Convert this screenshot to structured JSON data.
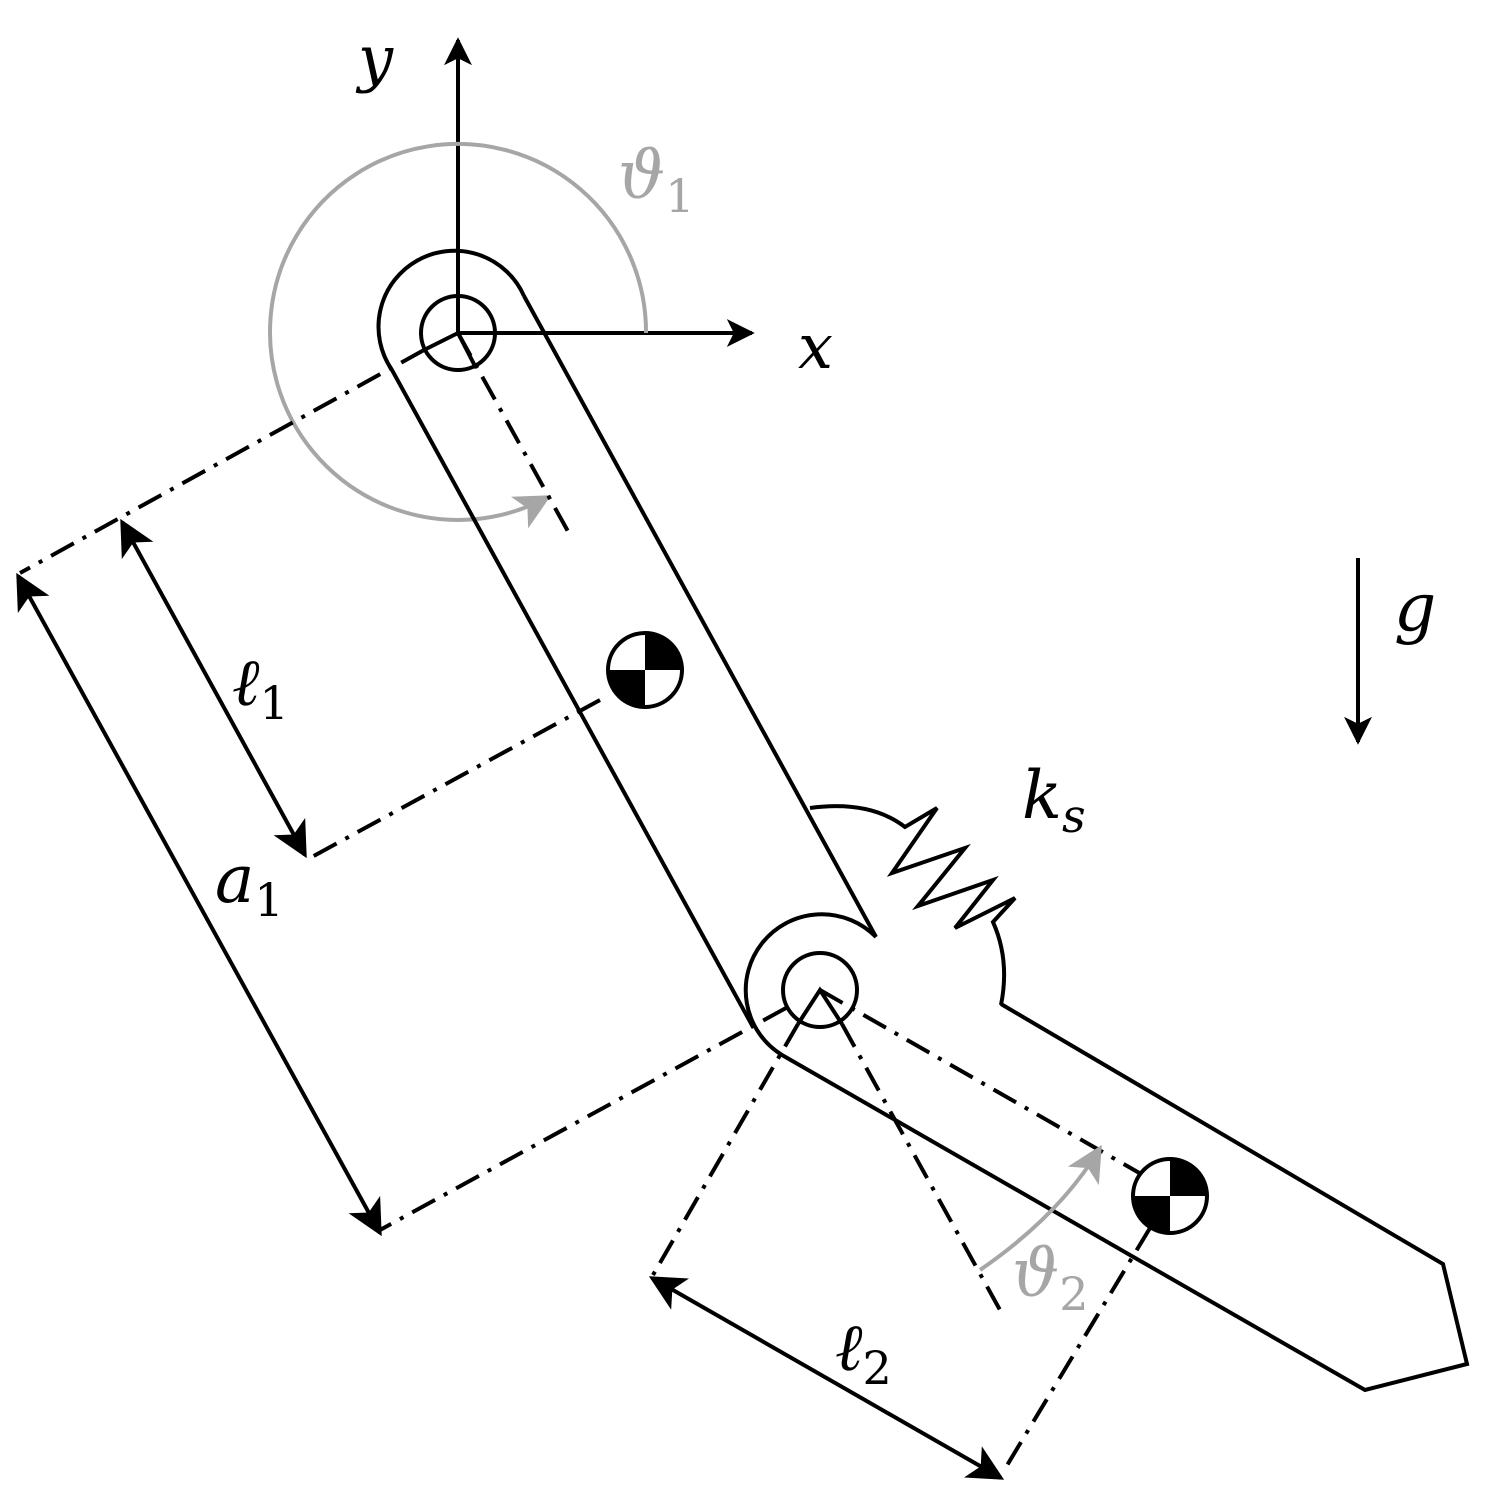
{
  "colors": {
    "ink": "#000000",
    "angle": "#a6a6a6",
    "background": "#ffffff"
  },
  "labels": {
    "y_axis": "y",
    "x_axis": "x",
    "theta1": {
      "main": "ϑ",
      "sub": "1"
    },
    "theta2": {
      "main": "ϑ",
      "sub": "2"
    },
    "ell1": {
      "main": "ℓ",
      "sub": "1"
    },
    "ell2": {
      "main": "ℓ",
      "sub": "2"
    },
    "a1": {
      "main": "a",
      "sub": "1"
    },
    "ks": {
      "main": "k",
      "sub": "s"
    },
    "gravity": "g"
  }
}
